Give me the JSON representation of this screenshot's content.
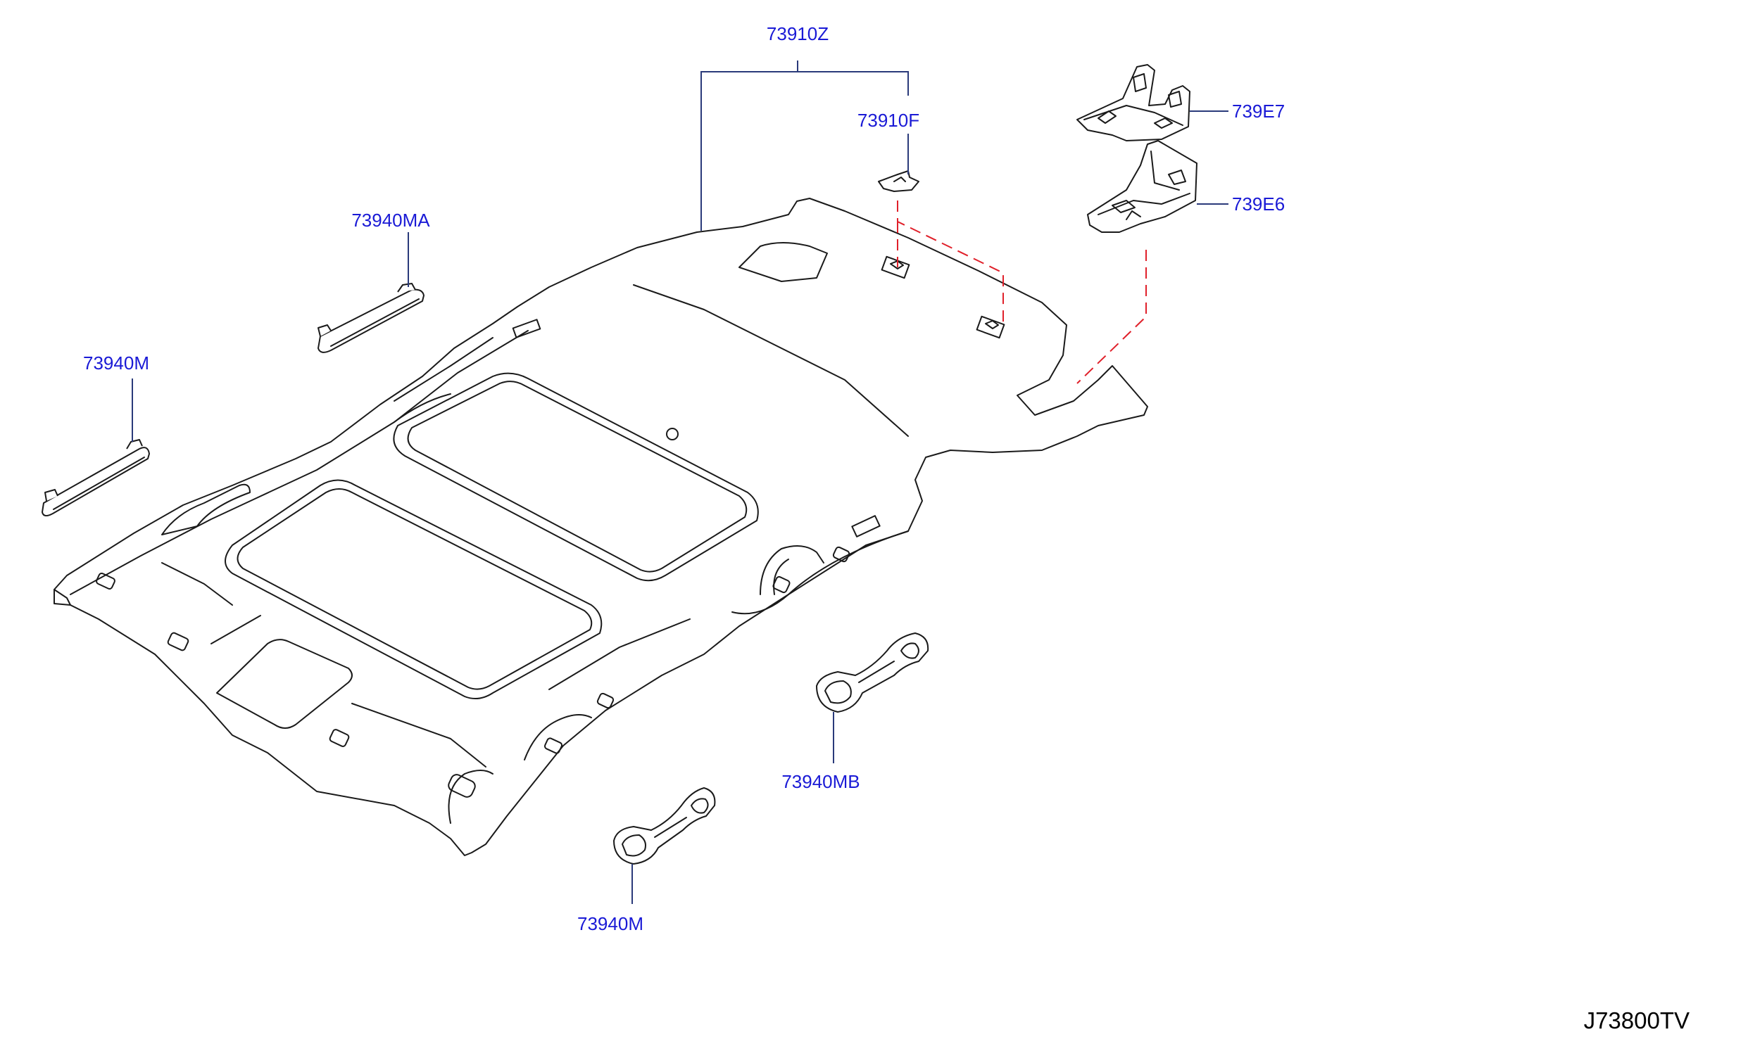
{
  "colors": {
    "label": "#1a1ad6",
    "leader": "#2a3a7a",
    "outline": "#1a1a1a",
    "dashed_guide": "#e0202a",
    "code": "#000000"
  },
  "parts": {
    "headlining": "73910Z",
    "clip": "73910F",
    "handle_front_left": "73940MA",
    "handle_left": "73940M",
    "handle_right_rear": "73940MB",
    "handle_right": "73940M",
    "cover_upper": "739E7",
    "cover_lower": "739E6"
  },
  "diagram_code": "J73800TV"
}
